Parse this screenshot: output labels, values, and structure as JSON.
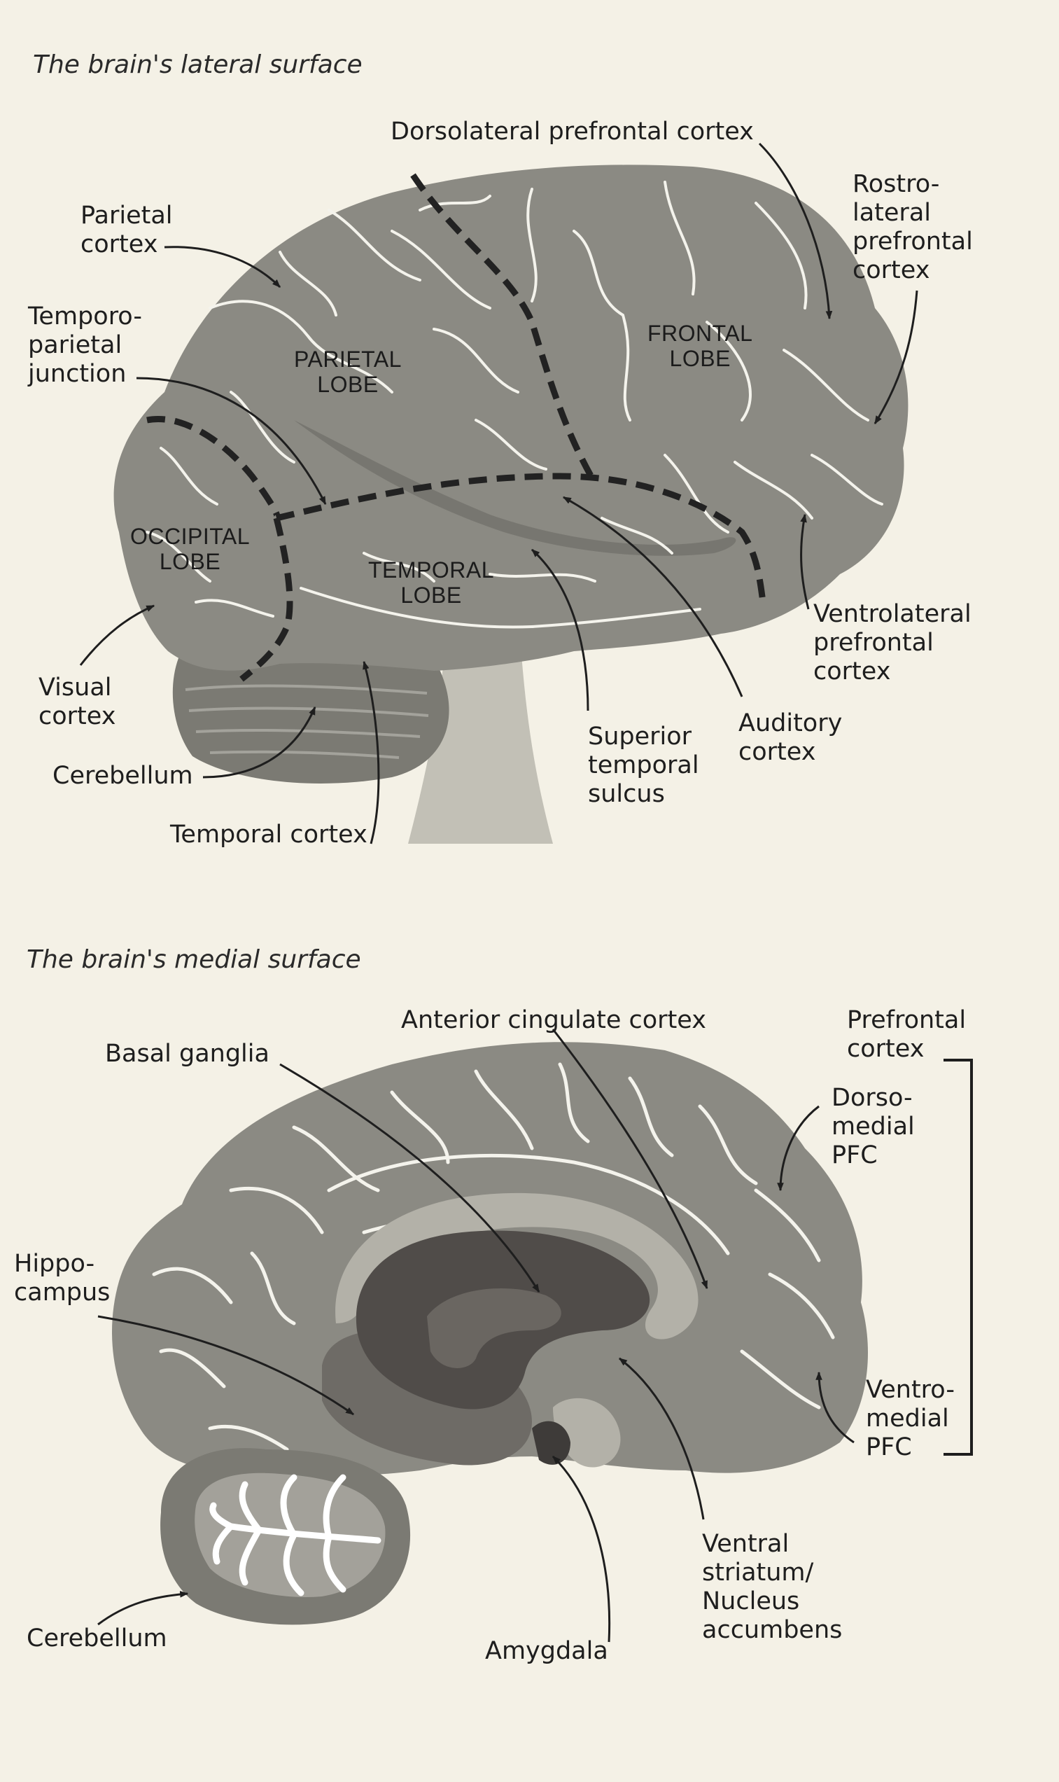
{
  "titles": {
    "lateral": "The brain's lateral surface",
    "medial": "The brain's medial surface"
  },
  "lateral": {
    "lobes": {
      "parietal": "PARIETAL\nLOBE",
      "frontal": "FRONTAL\nLOBE",
      "occipital": "OCCIPITAL\nLOBE",
      "temporal": "TEMPORAL\nLOBE"
    },
    "labels": {
      "dlpfc": "Dorsolateral prefrontal cortex",
      "rlpfc": "Rostro-\nlateral\nprefrontal\ncortex",
      "parietal_cortex": "Parietal\ncortex",
      "tpj": "Temporo-\nparietal\njunction",
      "vlpfc": "Ventrolateral\nprefrontal\ncortex",
      "visual_cortex": "Visual\ncortex",
      "cerebellum": "Cerebellum",
      "temporal_cortex": "Temporal cortex",
      "sts": "Superior\ntemporal\nsulcus",
      "auditory_cortex": "Auditory\ncortex"
    }
  },
  "medial": {
    "labels": {
      "acc": "Anterior cingulate cortex",
      "pfc": "Prefrontal\ncortex",
      "basal_ganglia": "Basal ganglia",
      "dmpfc": "Dorso-\nmedial\nPFC",
      "hippocampus": "Hippo-\ncampus",
      "vmpfc": "Ventro-\nmedial\nPFC",
      "ventral_striatum": "Ventral\nstriatum/\nNucleus\naccumbens",
      "cerebellum": "Cerebellum",
      "amygdala": "Amygdala"
    }
  },
  "colors": {
    "paper": "#f4f1e6",
    "cortex": "#8b8a83",
    "cortex_light": "#a19f97",
    "cerebellum": "#7b7a73",
    "stem": "#c2c0b6",
    "sulci": "#f4f3ec",
    "basal_ganglia": "#504c49",
    "hippocampus": "#6e6b66",
    "callosum": "#b3b1a8",
    "lobe_border": "#222222",
    "ink": "#1e1e1e"
  }
}
